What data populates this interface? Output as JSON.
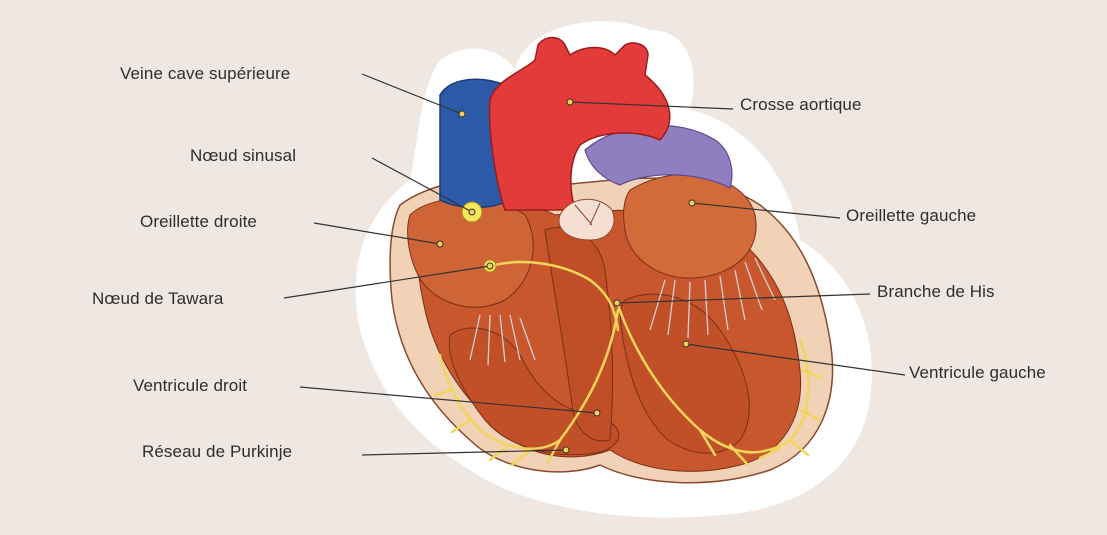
{
  "labels": {
    "veine_cave_superieure": "Veine cave supérieure",
    "noeud_sinusal": "Nœud sinusal",
    "oreillette_droite": "Oreillette droite",
    "noeud_de_tawara": "Nœud de Tawara",
    "ventricule_droit": "Ventricule droit",
    "reseau_de_purkinje": "Réseau de Purkinje",
    "crosse_aortique": "Crosse aortique",
    "oreillette_gauche": "Oreillette gauche",
    "branche_de_his": "Branche de His",
    "ventricule_gauche": "Ventricule gauche"
  },
  "colors": {
    "background": "#efe7e1",
    "outline_halo": "#ffffff",
    "heart_muscle": "#c8572d",
    "heart_wall": "#f2d2b6",
    "aorta": "#e33a3a",
    "vena_cava": "#2c5aa8",
    "pulmonary_vessel": "#8f7fc0",
    "conduction_system": "#f2d55a",
    "leader_line": "#333333"
  }
}
